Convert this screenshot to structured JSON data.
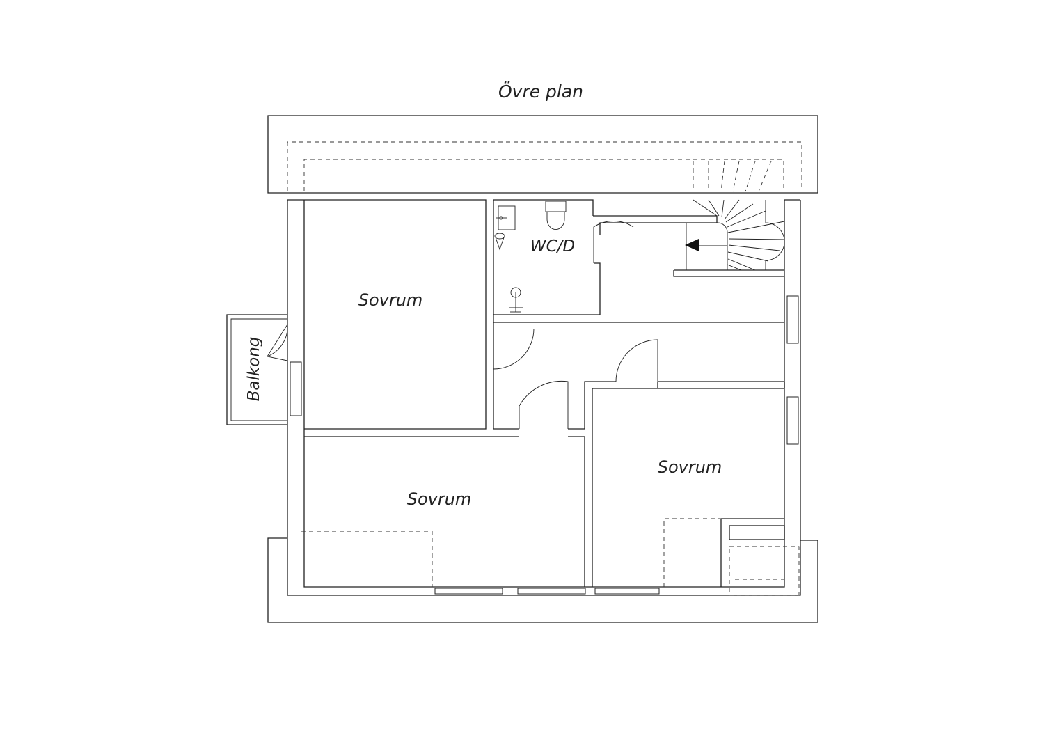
{
  "plan": {
    "title": "Övre plan",
    "rooms": {
      "bedroom_1": "Sovrum",
      "bedroom_2": "Sovrum",
      "bedroom_3": "Sovrum",
      "bathroom": "WC/D",
      "balcony": "Balkong"
    }
  }
}
